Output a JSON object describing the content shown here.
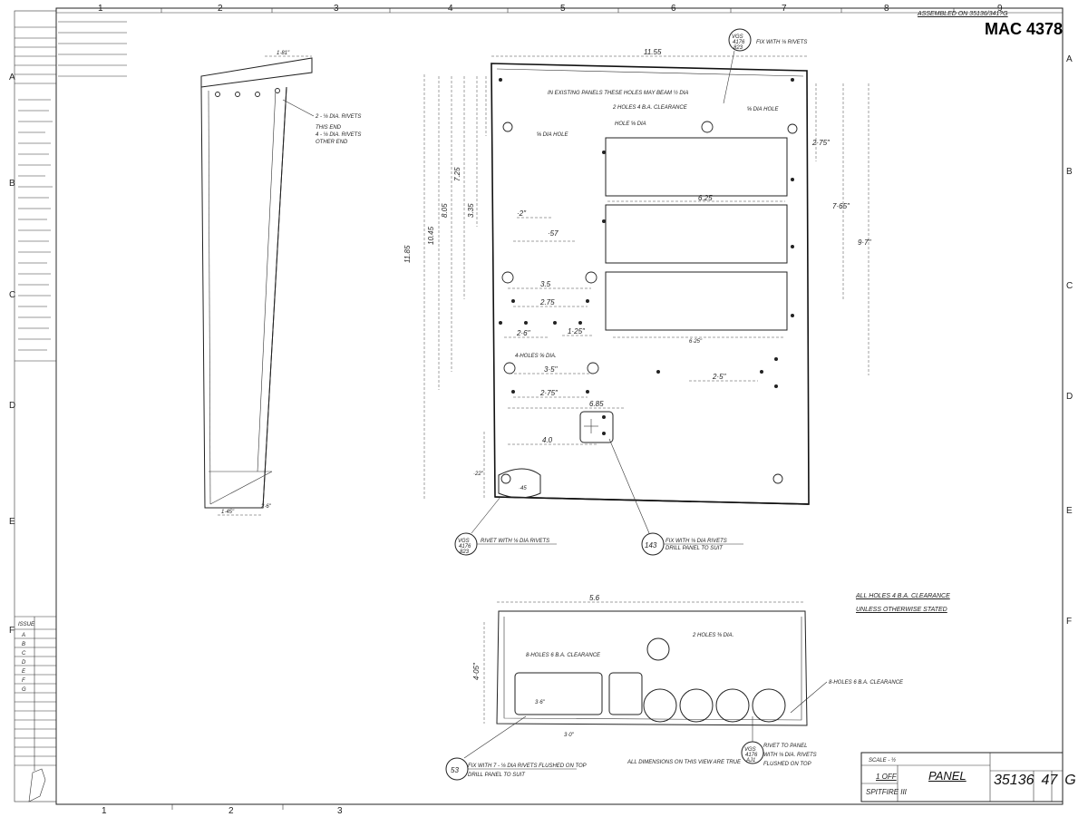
{
  "title_block": {
    "mac_number": "MAC 4378",
    "part_name": "PANEL",
    "drawing_number_parts": [
      "35136",
      "47",
      "G"
    ],
    "quantity": "1 OFF",
    "aircraft": "SPITFIRE III",
    "scale": "SCALE - ½",
    "assembled_note": "ASSEMBLED ON 35136/341?G"
  },
  "grid": {
    "top_columns": [
      "1",
      "2",
      "3",
      "4",
      "5",
      "6",
      "7",
      "8",
      "9"
    ],
    "side_rows": [
      "A",
      "B",
      "C",
      "D",
      "E",
      "F"
    ],
    "bottom_columns": [
      "1",
      "2",
      "3"
    ]
  },
  "notes": {
    "all_holes": "ALL HOLES 4 B.A. CLEARANCE",
    "unless": "UNLESS OTHERWISE STATED",
    "dimensions_note": "ALL DIMENSIONS ON THIS VIEW ARE TRUE",
    "existing_panels": "IN EXISTING PANELS THESE HOLES MAY BEAM ½ DIA",
    "holes_4": "4-HOLES ⅝ DIA.",
    "holes_8": "8-HOLES 6 B.A. CLEARANCE",
    "holes_8_right": "8-HOLES 6 B.A. CLEARANCE",
    "holes_2": "2 HOLES ⅜ DIA."
  },
  "callouts": [
    {
      "id": "VGS 4176 823",
      "text": "RIVET WITH ⅛ DIA RIVETS"
    },
    {
      "id": "143",
      "text": "FIX WITH ⅛ DIA RIVETS DRILL PANEL TO SUIT"
    },
    {
      "id": "53",
      "text": "FIX WITH 7 - ⅛ DIA RIVETS FLUSHED ON TOP DRILL PANEL TO SUIT"
    },
    {
      "id": "VGS 4176 AJ1",
      "text": "RIVET TO PANEL WITH ⅛ DIA. RIVETS FLUSHED ON TOP"
    }
  ],
  "dimensions": {
    "main_width": "11.55",
    "main_height": "11.85",
    "d_10_45": "10.45",
    "d_8_05": "8.05",
    "d_7_25": "7.25",
    "d_3_35": "3.35",
    "d_6_25": "6.25",
    "d_3_5": "3.5",
    "d_2_75": "2.75",
    "d_4_0": "4.0",
    "d_6_85": "6.85",
    "bottom_width": "5.6"
  },
  "revision_table": {
    "header": "ISSUE",
    "rows": [
      "A",
      "B",
      "C",
      "D",
      "E",
      "F",
      "G"
    ]
  },
  "colors": {
    "ink": "#111111",
    "paper": "#ffffff"
  }
}
